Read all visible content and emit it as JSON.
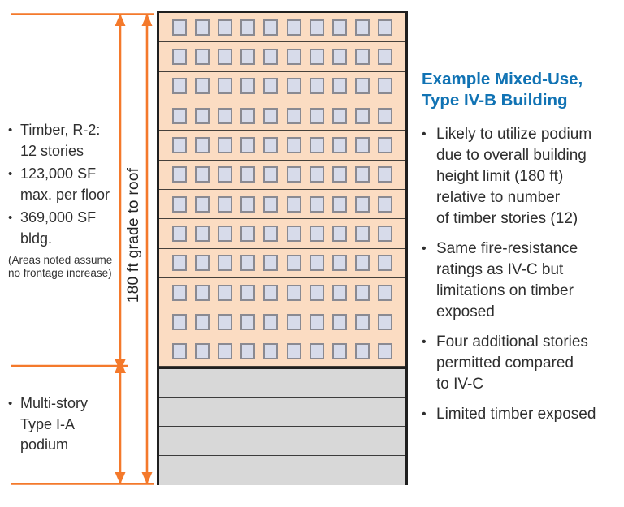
{
  "colors": {
    "accent_orange": "#F4792B",
    "brand_blue": "#1173B4",
    "timber_fill": "#FBDCC2",
    "podium_fill": "#D8D8D8",
    "window_fill": "#D7DBEA",
    "window_border": "#8A8A92",
    "floor_line": "#46413B",
    "building_border": "#1F1F1F",
    "text_dark": "#2E2E2E"
  },
  "ui": {
    "bullet_char": "•"
  },
  "diagram": {
    "building": {
      "timber_stories": 12,
      "podium_stories": 4,
      "windows_per_floor": 10
    },
    "dimension": {
      "label": "180 ft grade to roof"
    },
    "left_notes": {
      "items": [
        "Timber, R-2:\n12 stories",
        "123,000 SF\nmax. per floor",
        "369,000 SF\nbldg."
      ],
      "footnote": "(Areas noted assume\nno frontage increase)",
      "podium_item": "Multi-story\nType I-A\npodium"
    }
  },
  "sidebar": {
    "heading": "Example Mixed-Use,\nType IV-B Building",
    "bullets": [
      "Likely to utilize podium\ndue to overall building\nheight limit (180 ft)\nrelative to number\nof timber stories (12)",
      "Same fire-resistance\nratings as IV-C but\nlimitations on timber\nexposed",
      "Four additional stories\npermitted compared\nto IV-C",
      "Limited timber exposed"
    ]
  }
}
